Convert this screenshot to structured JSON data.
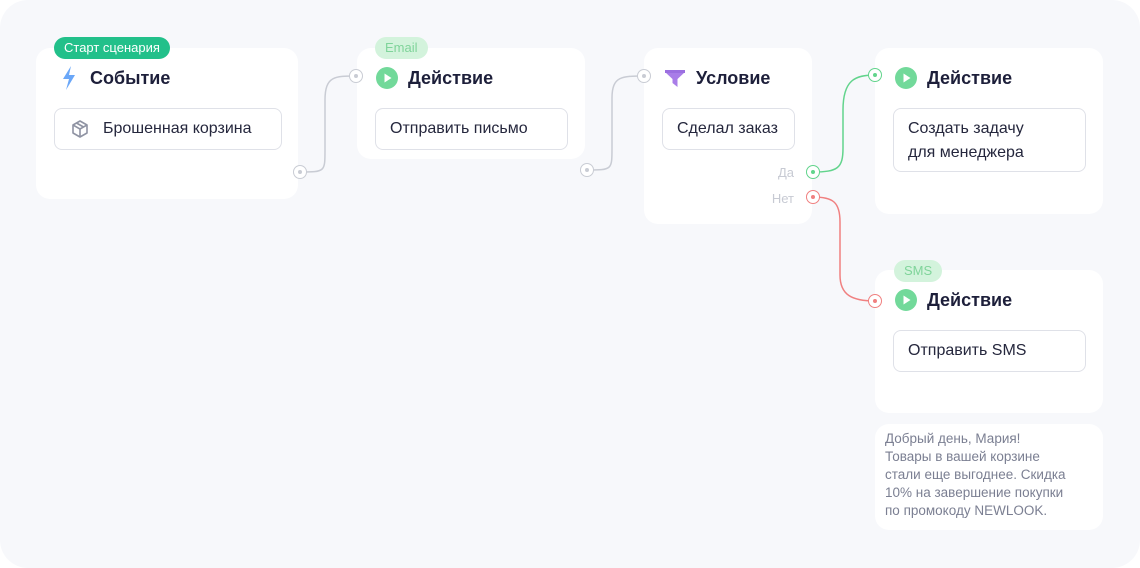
{
  "colors": {
    "canvas": "#f7f8fb",
    "card": "#ffffff",
    "start_badge": "#22c08a",
    "channel_badge_bg": "#d3f3dc",
    "channel_badge_text": "#7fd49a",
    "play_icon": "#72d99a",
    "event_icon": "#6aa7f8",
    "condition_icon": "#a97de8",
    "wire_default": "#c9ccd4",
    "wire_yes": "#62d48c",
    "wire_no": "#f08080",
    "title_text": "#1d1f3a"
  },
  "nodes": {
    "event": {
      "badge": "Старт сценария",
      "icon": "lightning-icon",
      "title": "Событие",
      "field_icon": "box-icon",
      "field": "Брошенная корзина"
    },
    "email_action": {
      "badge": "Email",
      "icon": "play-icon",
      "title": "Действие",
      "field": "Отправить письмо"
    },
    "condition": {
      "icon": "filter-icon",
      "title": "Условие",
      "field": "Сделал заказ",
      "yes_label": "Да",
      "no_label": "Нет"
    },
    "task_action": {
      "icon": "play-icon",
      "title": "Действие",
      "field_line1": "Создать задачу",
      "field_line2": "для менеджера"
    },
    "sms_action": {
      "badge": "SMS",
      "icon": "play-icon",
      "title": "Действие",
      "field": "Отправить SMS"
    }
  },
  "sms_preview": {
    "lines": [
      "Добрый день, Мария!",
      "Товары в вашей корзине",
      "стали еще выгоднее. Скидка",
      "10% на завершение покупки",
      "по промокоду NEWLOOK."
    ]
  }
}
